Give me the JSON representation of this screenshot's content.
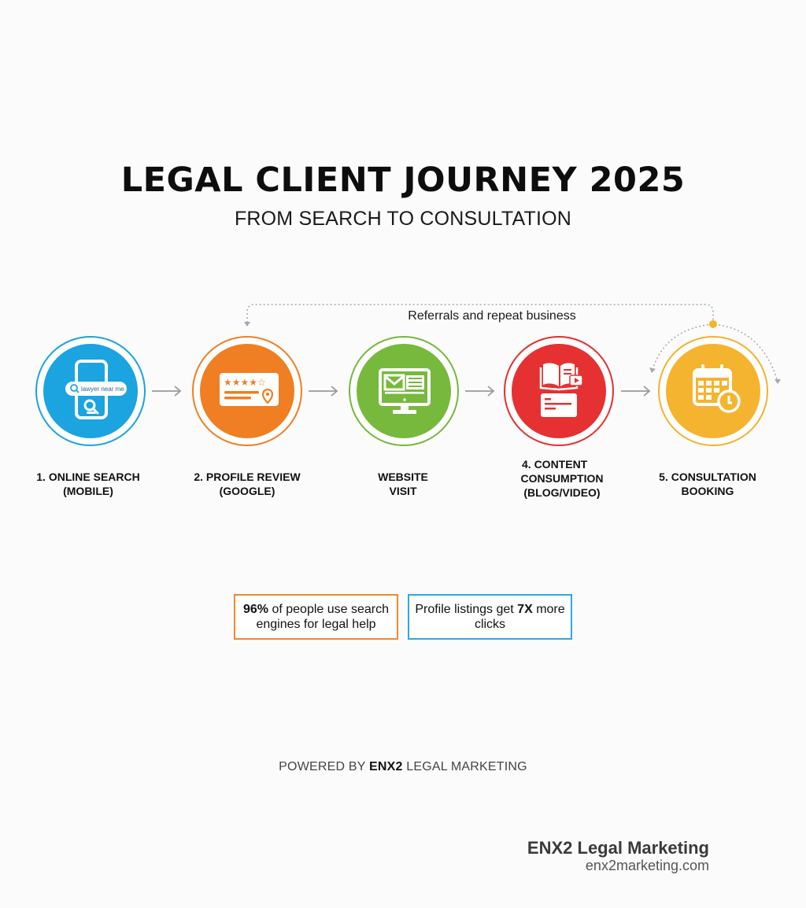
{
  "header": {
    "title": "LEGAL CLIENT JOURNEY 2025",
    "subtitle": "FROM SEARCH TO CONSULTATION"
  },
  "referral": {
    "label": "Referrals and repeat business"
  },
  "steps": [
    {
      "label_line1": "1. ONLINE SEARCH",
      "label_line2": "(MOBILE)",
      "label_line3": "",
      "icon": "smartphone-search-icon",
      "search_text": "lawyer near me",
      "color": "#1aa3de"
    },
    {
      "label_line1": "2. PROFILE REVIEW",
      "label_line2": "(GOOGLE)",
      "label_line3": "",
      "icon": "star-rating-card-icon",
      "color": "#ef7f22"
    },
    {
      "label_line1": "WEBSITE",
      "label_line2": "VISIT",
      "label_line3": "",
      "icon": "desktop-monitor-icon",
      "color": "#76b83a"
    },
    {
      "label_line1": "4. CONTENT",
      "label_line2": "CONSUMPTION",
      "label_line3": "(BLOG/VIDEO)",
      "icon": "book-video-icon",
      "color": "#e42f2f"
    },
    {
      "label_line1": "5. CONSULTATION",
      "label_line2": "BOOKING",
      "label_line3": "",
      "icon": "calendar-clock-icon",
      "color": "#f4b22e"
    }
  ],
  "stats": [
    {
      "highlight": "96%",
      "text": " of people use search engines for legal help",
      "color": "#ef8a2e"
    },
    {
      "prefix": "Profile listings get ",
      "highlight": "7X",
      "suffix": " more clicks",
      "color": "#2fa9de"
    }
  ],
  "footer": {
    "powered_prefix": "POWERED BY ",
    "powered_brand": "ENX2",
    "powered_suffix": " LEGAL MARKETING",
    "brand_name": "ENX2 Legal Marketing",
    "brand_url": "enx2marketing.com"
  },
  "colors": {
    "arrow": "#9a9a9a",
    "dotted_line": "#a8a8a8"
  }
}
